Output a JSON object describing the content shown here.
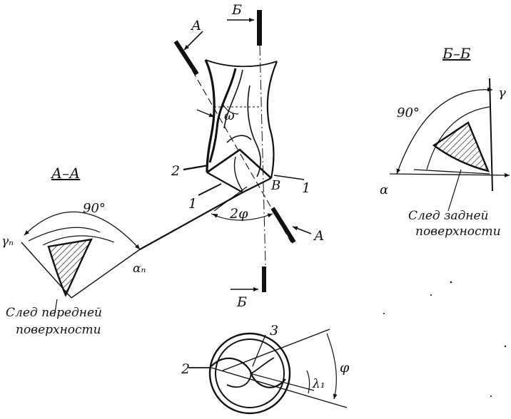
{
  "sections": {
    "aa": "А–А",
    "bb_title": "Б–Б",
    "b_top": "Б",
    "b_bottom": "Б",
    "a_top": "А",
    "a_bottom": "А"
  },
  "labels": {
    "omega": "ω",
    "two_phi": "2φ",
    "point_v": "B",
    "n1_left": "1",
    "n1_right": "1",
    "n2_left": "2",
    "n2_bottom": "2",
    "n3": "3",
    "phi": "φ",
    "lambda": "λ₁",
    "ninety_aa": "90°",
    "ninety_bb": "90°",
    "gamma_n": "γₙ",
    "alpha_n": "αₙ",
    "gamma": "γ",
    "alpha": "α"
  },
  "captions": {
    "front_1": "След передней",
    "front_2": "поверхности",
    "back_1": "След задней",
    "back_2": "поверхности"
  },
  "colors": {
    "ink": "#111111",
    "paper": "#ffffff"
  }
}
